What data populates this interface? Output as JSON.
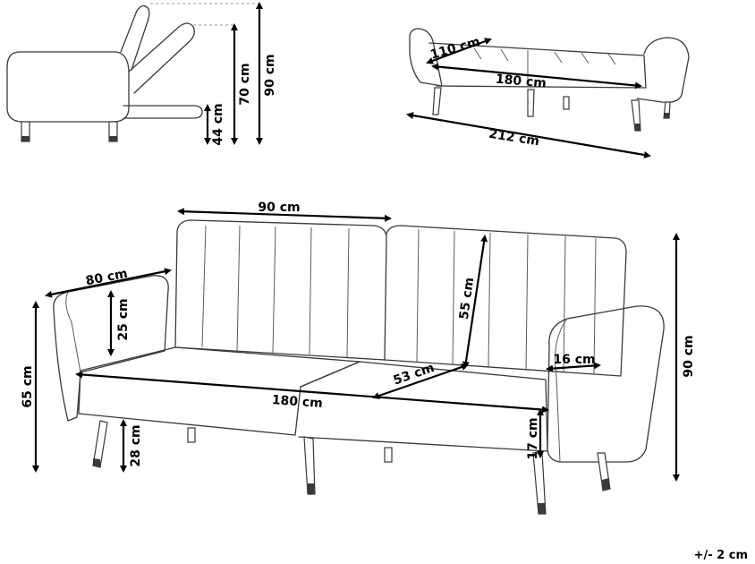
{
  "diagram": {
    "side_view": {
      "width_small": "44 cm",
      "height_mid": "70 cm",
      "height_full": "90 cm"
    },
    "bed_view": {
      "depth": "110 cm",
      "inner_length": "180 cm",
      "total_length": "212 cm"
    },
    "sofa_view": {
      "backrest_width": "90 cm",
      "depth": "80 cm",
      "arm_height": "25 cm",
      "total_height_left": "65 cm",
      "seat_length": "180 cm",
      "leg_height": "28 cm",
      "backrest_height": "55 cm",
      "seat_depth": "53 cm",
      "arm_width": "16 cm",
      "seat_thickness": "17 cm",
      "total_height_right": "90 cm"
    },
    "tolerance": "+/- 2 cm"
  }
}
